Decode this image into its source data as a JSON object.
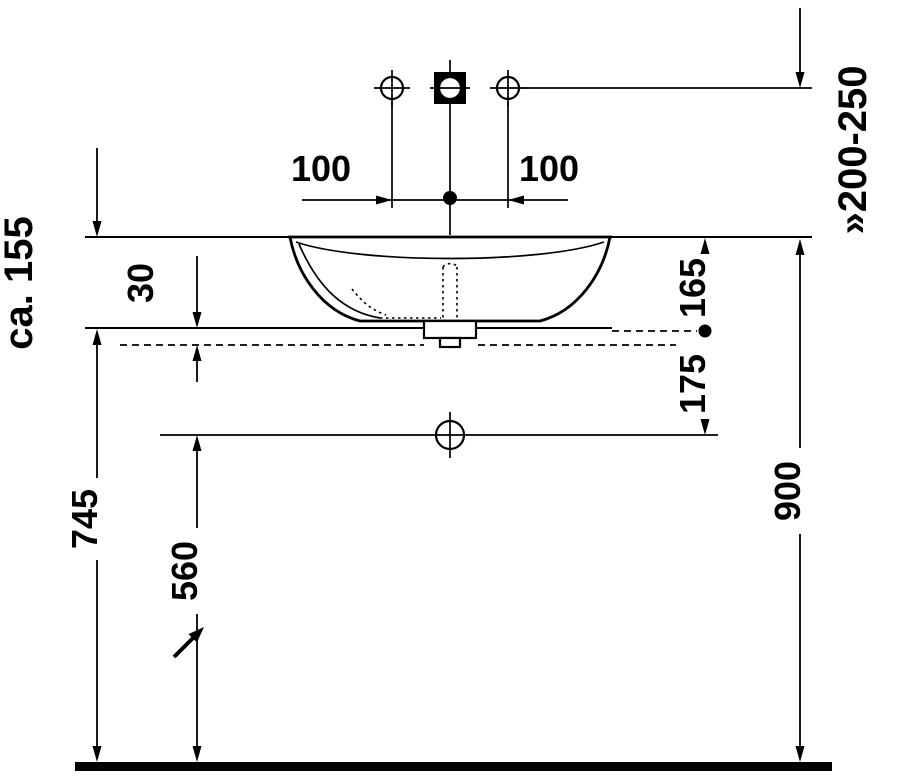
{
  "labels": {
    "basin_height": "ca. 155",
    "countertop_thickness": "30",
    "tap_pitch_left": "100",
    "tap_pitch_right": "100",
    "faucet_height_range": "»200-250",
    "rim_to_reference": "165",
    "reference_to_drain": "175",
    "floor_to_countertop": "745",
    "floor_to_drain_outlet": "560",
    "floor_to_rim": "900"
  },
  "colors": {
    "line": "#000000",
    "background": "#ffffff"
  }
}
